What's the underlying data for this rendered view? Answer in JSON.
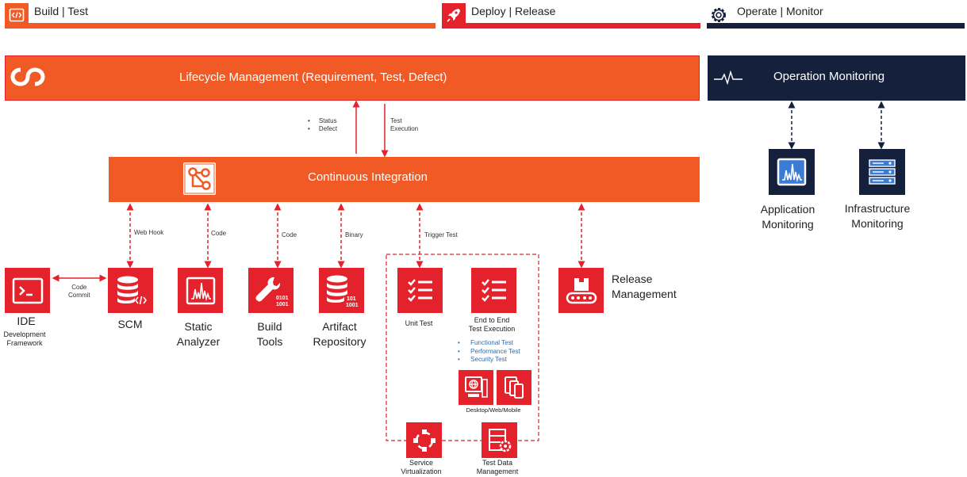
{
  "phases": {
    "build_test": "Build  |  Test",
    "deploy_release": "Deploy  |  Release",
    "operate_monitor": "Operate  |  Monitor"
  },
  "banners": {
    "lifecycle": "Lifecycle Management (Requirement, Test, Defect)",
    "operation_monitoring": "Operation Monitoring",
    "ci": "Continuous Integration"
  },
  "flows": {
    "status": "Status",
    "defect": "Defect",
    "test": "Test",
    "execution": "Execution",
    "web_hook": "Web Hook",
    "code_1": "Code",
    "code_2": "Code",
    "binary": "Binary",
    "trigger_test": "Trigger Test",
    "code_commit_1": "Code",
    "code_commit_2": "Commit"
  },
  "tools": {
    "ide": "IDE",
    "ide_sub_1": "Development",
    "ide_sub_2": "Framework",
    "scm": "SCM",
    "static_1": "Static",
    "static_2": "Analyzer",
    "build_1": "Build",
    "build_2": "Tools",
    "artifact_1": "Artifact",
    "artifact_2": "Repository",
    "release_1": "Release",
    "release_2": "Management",
    "unit_test": "Unit Test",
    "e2e_1": "End to End",
    "e2e_2": "Test Execution",
    "functional": "Functional Test",
    "performance": "Performance Test",
    "security": "Security Test",
    "dwm": "Desktop/Web/Mobile",
    "sv_1": "Service",
    "sv_2": "Virtualization",
    "tdm_1": "Test Data",
    "tdm_2": "Management",
    "app_mon_1": "Application",
    "app_mon_2": "Monitoring",
    "infra_mon_1": "Infrastructure",
    "infra_mon_2": "Monitoring"
  },
  "colors": {
    "orange": "#f15a24",
    "red": "#e3222c",
    "navy": "#15213c"
  },
  "icons": [
    "code-icon",
    "rocket-icon",
    "gear-icon",
    "infinity-logo-icon",
    "pulse-icon",
    "ci-nodes-icon",
    "terminal-icon",
    "database-icon",
    "chart-icon",
    "wrench-icon",
    "checklist-icon",
    "conveyor-icon",
    "desktop-globe-icon",
    "devices-icon",
    "network-icon",
    "data-settings-icon",
    "server-icon"
  ]
}
